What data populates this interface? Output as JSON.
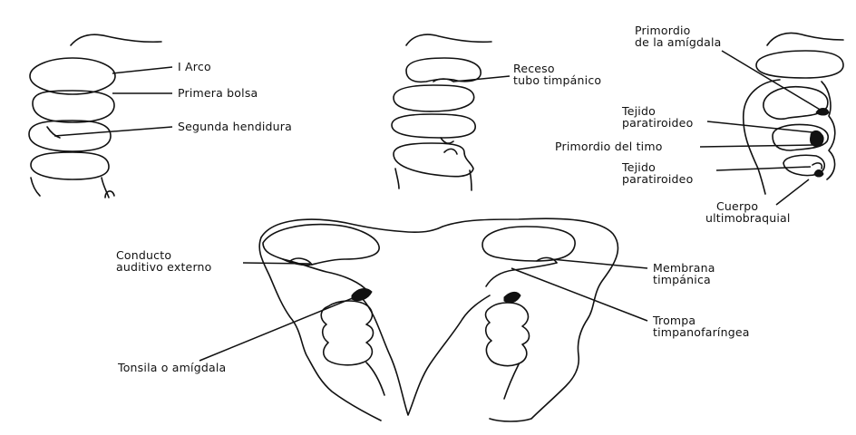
{
  "labels": {
    "arco_1": "I Arco",
    "primera_bolsa": "Primera bolsa",
    "segunda_hendidura": "Segunda hendidura",
    "receso_1": "Receso",
    "receso_2": "tubo timpánico",
    "primordio_amigdala_1": "Primordio",
    "primordio_amigdala_2": "de la amígdala",
    "paratiroideo_sup_1": "Tejido",
    "paratiroideo_sup_2": "paratiroideo",
    "primordio_timo": "Primordio del timo",
    "paratiroideo_inf_1": "Tejido",
    "paratiroideo_inf_2": "paratiroideo",
    "ultimobranquial_1": "Cuerpo",
    "ultimobranquial_2": "ultimobraquial",
    "conducto_1": "Conducto",
    "conducto_2": "auditivo externo",
    "membrana_1": "Membrana",
    "membrana_2": "timpánica",
    "tonsila": "Tonsila o amígdala",
    "trompa_1": "Trompa",
    "trompa_2": "timpanofaríngea"
  }
}
